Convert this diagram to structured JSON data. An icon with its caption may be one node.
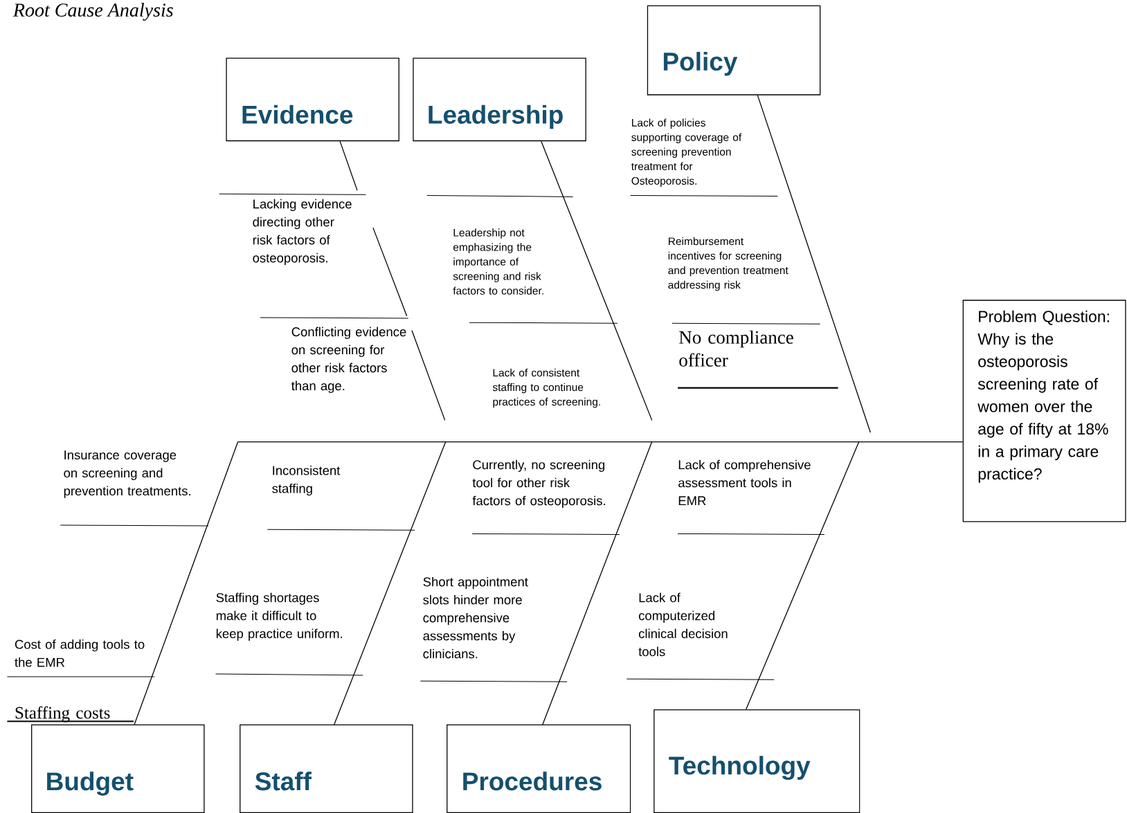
{
  "diagram": {
    "title": "Root Cause Analysis",
    "nodes": [
      {
        "text": [
          "Evidence"
        ]
      },
      {
        "text": [
          "Leadership"
        ]
      },
      {
        "text": [
          "Policy"
        ]
      },
      {
        "text": [
          "Budget"
        ]
      },
      {
        "text": [
          "Staff"
        ]
      },
      {
        "text": [
          "Procedures"
        ]
      },
      {
        "text": [
          "Technology"
        ]
      },
      {
        "text": [
          "Problem Question: Why is the osteoporosis screening rate of women over the age of fifty at 18% in a primary care practice?"
        ]
      }
    ],
    "edges": [
      {
        "from": 0,
        "to": null,
        "arrow": "none"
      },
      {
        "from": 1,
        "to": null,
        "arrow": "none"
      },
      {
        "from": 2,
        "to": null,
        "arrow": "none"
      },
      {
        "from": 3,
        "to": null,
        "arrow": "none"
      },
      {
        "from": 4,
        "to": null,
        "arrow": "none"
      },
      {
        "from": 5,
        "to": null,
        "arrow": "none"
      },
      {
        "from": 6,
        "to": null,
        "arrow": "none"
      },
      {
        "from": null,
        "to": 7,
        "arrow": "none"
      }
    ],
    "labels": [
      "Lack of policies supporting coverage of screening prevention treatment for Osteoporosis.",
      "Lacking evidence directing other risk factors of osteoporosis.",
      "Leadership not emphasizing the importance of screening and risk factors to consider.",
      "Reimbursement incentives for screening and prevention treatment addressing risk",
      "Conflicting evidence on screening for other risk factors than age.",
      "No compliance officer",
      "Lack of consistent staffing to continue practices of screening.",
      "Insurance coverage on screening and prevention treatments.",
      "Inconsistent staffing",
      "Currently, no screening tool for other risk factors of osteoporosis.",
      "Lack of comprehensive assessment tools in EMR",
      "Short appointment slots hinder more comprehensive assessments by clinicians.",
      "Staffing shortages make it difficult to keep practice uniform.",
      "Lack of computerized clinical decision tools",
      "Cost of adding tools to the EMR",
      "Staffing costs"
    ]
  }
}
